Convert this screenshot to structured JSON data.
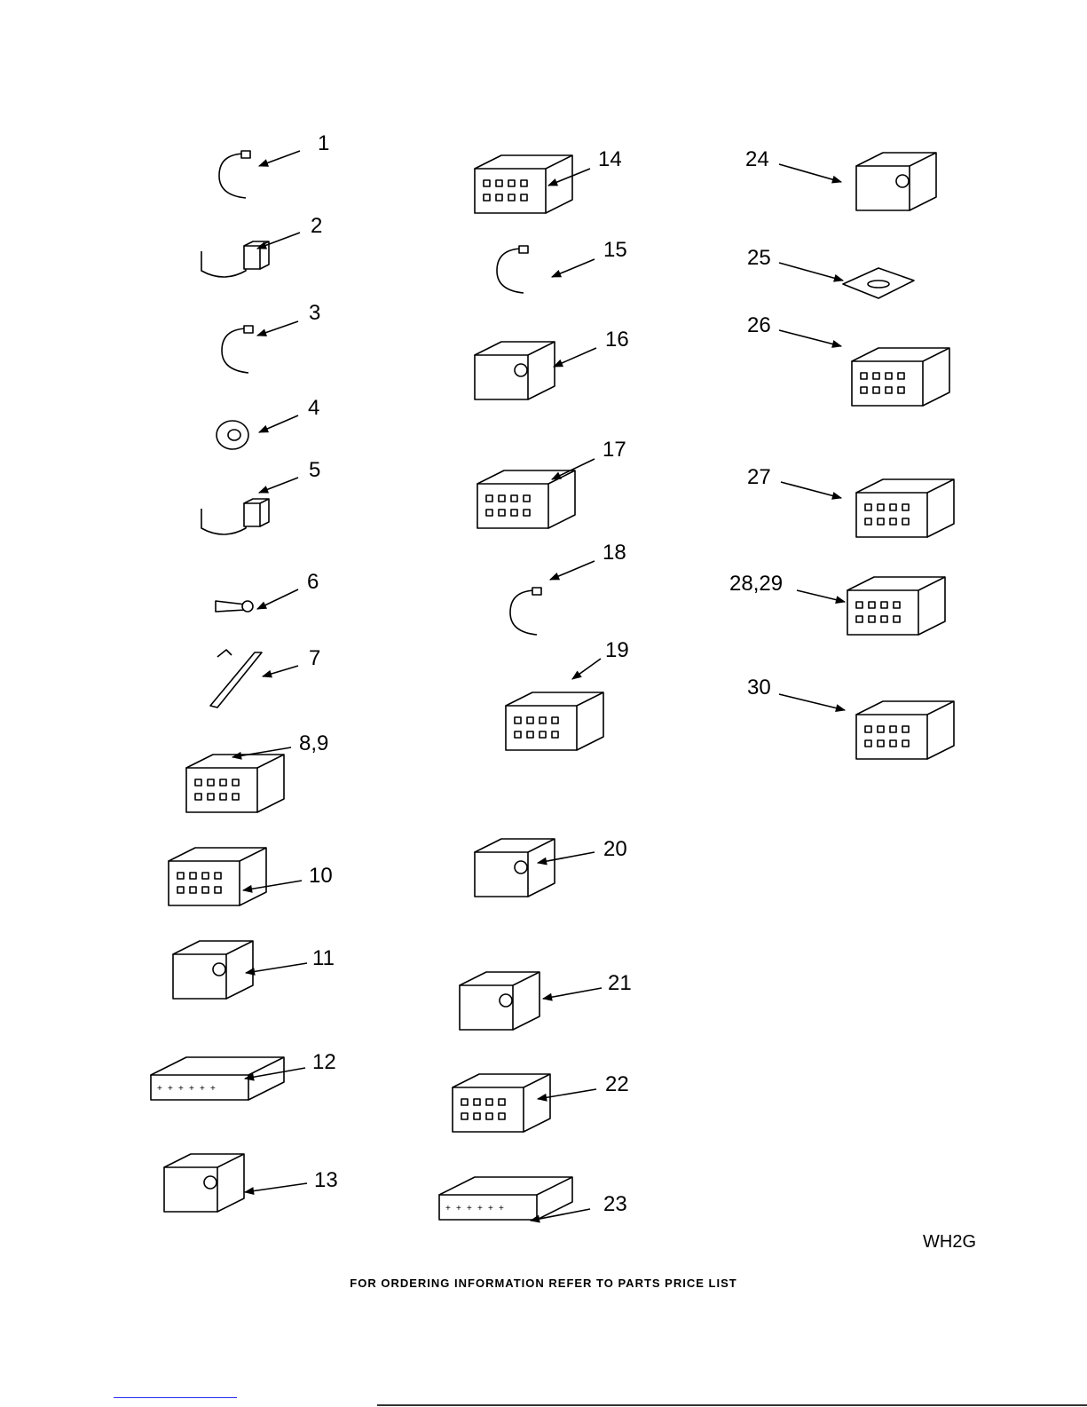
{
  "diagram": {
    "callouts": [
      "1",
      "2",
      "3",
      "4",
      "5",
      "6",
      "7",
      "8,9",
      "10",
      "11",
      "12",
      "13",
      "14",
      "15",
      "16",
      "17",
      "18",
      "19",
      "20",
      "21",
      "22",
      "23",
      "24",
      "25",
      "26",
      "27",
      "28,29",
      "30"
    ],
    "diagram_code": "WH2G",
    "footer_note": "FOR ORDERING INFORMATION REFER TO PARTS PRICE LIST"
  }
}
